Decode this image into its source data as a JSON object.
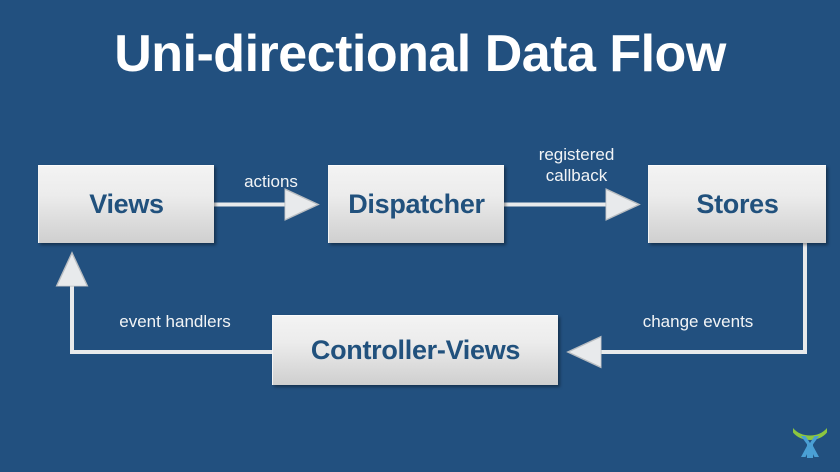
{
  "slide": {
    "title": "Uni-directional Data Flow",
    "background_color": "#22507f",
    "title_color": "#ffffff",
    "node_text_color": "#21517d",
    "label_color": "#f2f4f6",
    "arrow_color": "#e8eaec"
  },
  "nodes": [
    {
      "id": "views",
      "label": "Views"
    },
    {
      "id": "dispatcher",
      "label": "Dispatcher"
    },
    {
      "id": "stores",
      "label": "Stores"
    },
    {
      "id": "controller",
      "label": "Controller-Views"
    }
  ],
  "edges": [
    {
      "id": "actions",
      "label": "actions",
      "from": "views",
      "to": "dispatcher"
    },
    {
      "id": "callback",
      "label": "registered\ncallback",
      "from": "dispatcher",
      "to": "stores"
    },
    {
      "id": "change",
      "label": "change events",
      "from": "stores",
      "to": "controller"
    },
    {
      "id": "handlers",
      "label": "event handlers",
      "from": "controller",
      "to": "views"
    }
  ],
  "logo": {
    "name": "company-logo",
    "arc_color": "#8cc63f",
    "figure_color": "#4a9fd4"
  }
}
